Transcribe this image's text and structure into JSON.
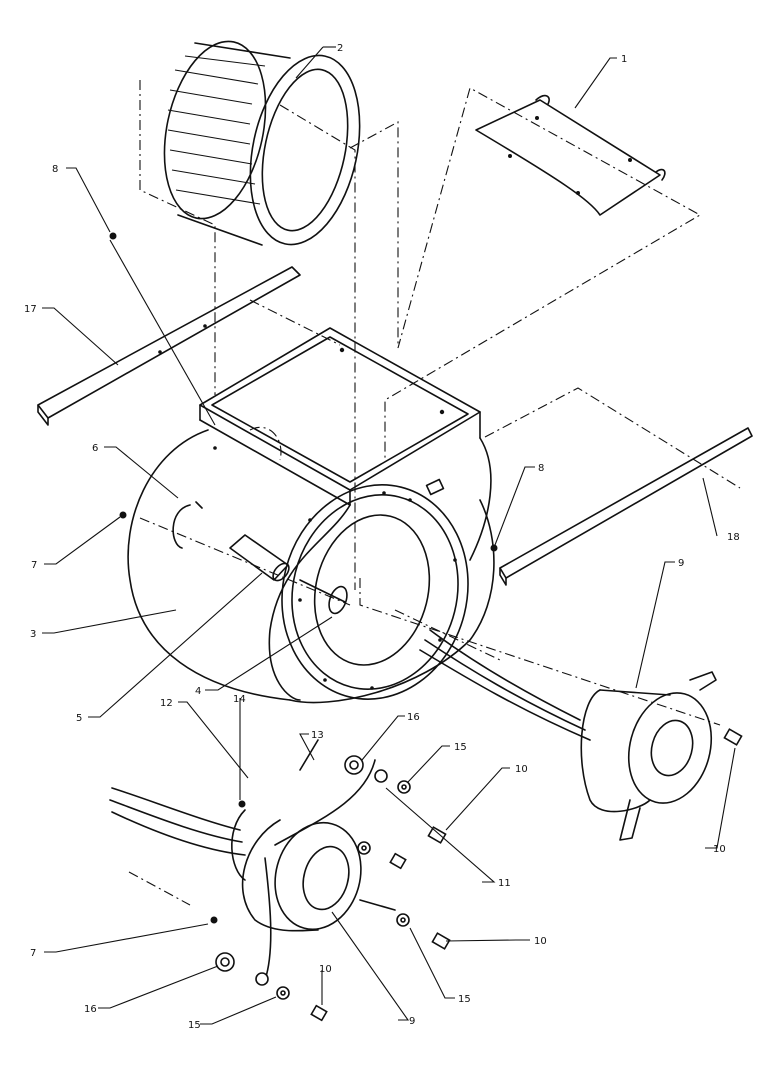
{
  "callouts": [
    {
      "id": "c1",
      "label": "1"
    },
    {
      "id": "c2",
      "label": "2"
    },
    {
      "id": "c3",
      "label": "3"
    },
    {
      "id": "c4",
      "label": "4"
    },
    {
      "id": "c5",
      "label": "5"
    },
    {
      "id": "c6",
      "label": "6"
    },
    {
      "id": "c7a",
      "label": "7"
    },
    {
      "id": "c7b",
      "label": "7"
    },
    {
      "id": "c8a",
      "label": "8"
    },
    {
      "id": "c8b",
      "label": "8"
    },
    {
      "id": "c9a",
      "label": "9"
    },
    {
      "id": "c9b",
      "label": "9"
    },
    {
      "id": "c10a",
      "label": "10"
    },
    {
      "id": "c10b",
      "label": "10"
    },
    {
      "id": "c10c",
      "label": "10"
    },
    {
      "id": "c10d",
      "label": "10"
    },
    {
      "id": "c11",
      "label": "11"
    },
    {
      "id": "c12",
      "label": "12"
    },
    {
      "id": "c13",
      "label": "13"
    },
    {
      "id": "c14",
      "label": "14"
    },
    {
      "id": "c15a",
      "label": "15"
    },
    {
      "id": "c15b",
      "label": "15"
    },
    {
      "id": "c15c",
      "label": "15"
    },
    {
      "id": "c16a",
      "label": "16"
    },
    {
      "id": "c16b",
      "label": "16"
    },
    {
      "id": "c17",
      "label": "17"
    },
    {
      "id": "c18",
      "label": "18"
    }
  ]
}
